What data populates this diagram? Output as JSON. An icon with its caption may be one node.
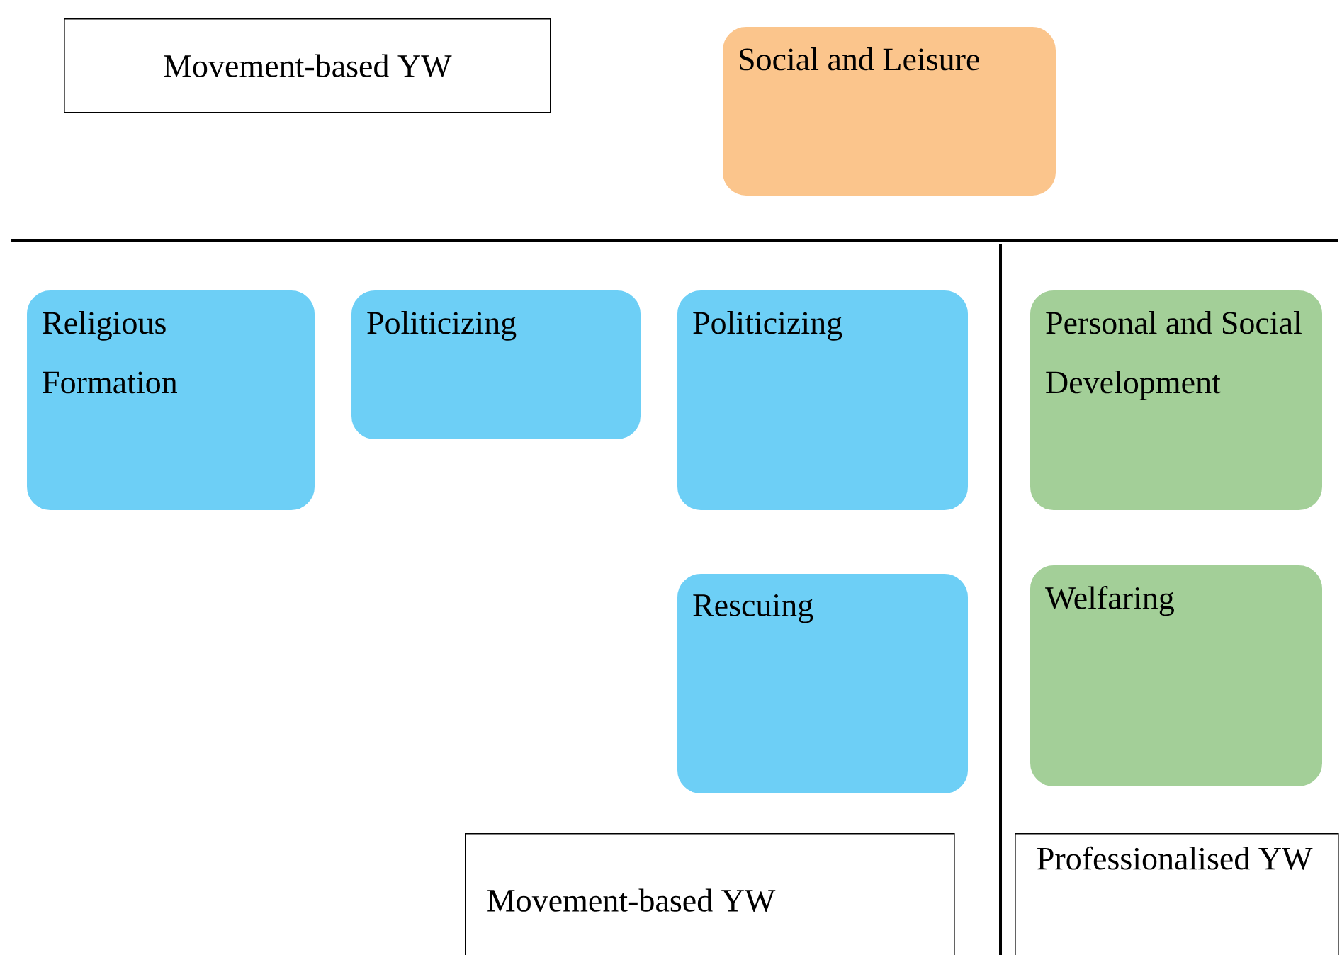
{
  "diagram": {
    "nodes": [
      {
        "text": [
          "Movement-based YW"
        ]
      },
      {
        "text": [
          "Social and Leisure"
        ]
      },
      {
        "text": [
          "Religious Formation"
        ]
      },
      {
        "text": [
          "Politicizing"
        ]
      },
      {
        "text": [
          "Politicizing"
        ]
      },
      {
        "text": [
          "Personal and Social Development"
        ]
      },
      {
        "text": [
          "Rescuing"
        ]
      },
      {
        "text": [
          "Welfaring"
        ]
      },
      {
        "text": [
          "Movement-based YW"
        ]
      },
      {
        "text": [
          "Professionalised YW"
        ]
      }
    ],
    "edges": []
  }
}
